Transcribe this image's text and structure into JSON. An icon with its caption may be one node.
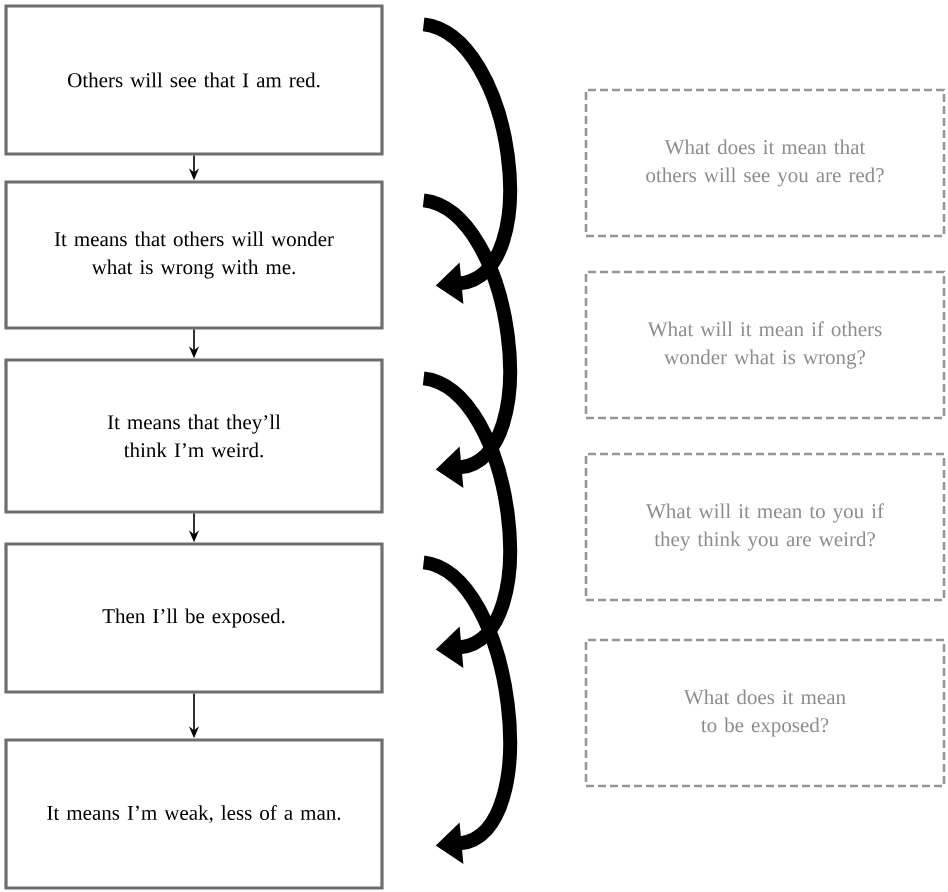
{
  "diagram": {
    "nodes": [
      {
        "text": [
          "Others will see that I am red."
        ]
      },
      {
        "text": [
          "It means that others will wonder what is wrong with me."
        ]
      },
      {
        "text": [
          "It means that they’ll think I’m weird."
        ]
      },
      {
        "text": [
          "Then I’ll be exposed."
        ]
      },
      {
        "text": [
          "It means I’m weak, less of a man."
        ]
      },
      {
        "text": [
          "What does it mean that others will see you are red?"
        ]
      },
      {
        "text": [
          "What will it mean if others wonder what is wrong?"
        ]
      },
      {
        "text": [
          "What will it mean to you if they think you are weird?"
        ]
      },
      {
        "text": [
          "What does it mean to be exposed?"
        ]
      }
    ],
    "edges": [
      {
        "from": 0,
        "to": 1,
        "arrow": "to"
      },
      {
        "from": 1,
        "to": 2,
        "arrow": "to"
      },
      {
        "from": 2,
        "to": 3,
        "arrow": "to"
      },
      {
        "from": 3,
        "to": 4,
        "arrow": "to"
      },
      {
        "from": 0,
        "to": 1,
        "arrow": "to",
        "style": "thick"
      },
      {
        "from": 1,
        "to": 2,
        "arrow": "to",
        "style": "thick"
      },
      {
        "from": 2,
        "to": 3,
        "arrow": "to",
        "style": "thick"
      },
      {
        "from": 3,
        "to": 4,
        "arrow": "to",
        "style": "thick"
      }
    ]
  }
}
